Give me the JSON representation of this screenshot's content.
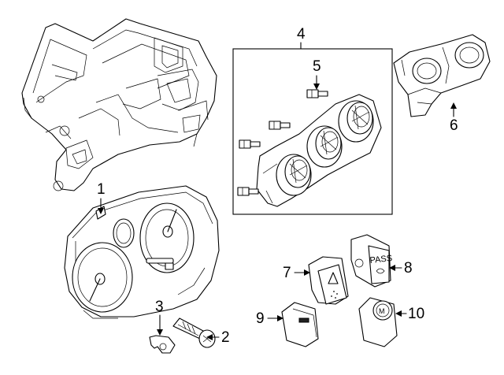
{
  "callouts": [
    {
      "id": "1",
      "label": "1"
    },
    {
      "id": "2",
      "label": "2"
    },
    {
      "id": "3",
      "label": "3"
    },
    {
      "id": "4",
      "label": "4"
    },
    {
      "id": "5",
      "label": "5"
    },
    {
      "id": "6",
      "label": "6"
    },
    {
      "id": "7",
      "label": "7"
    },
    {
      "id": "8",
      "label": "8"
    },
    {
      "id": "9",
      "label": "9"
    },
    {
      "id": "10",
      "label": "10"
    }
  ],
  "part_markings": {
    "pass_switch_text": "PASS",
    "mode_knob_text": "M"
  }
}
